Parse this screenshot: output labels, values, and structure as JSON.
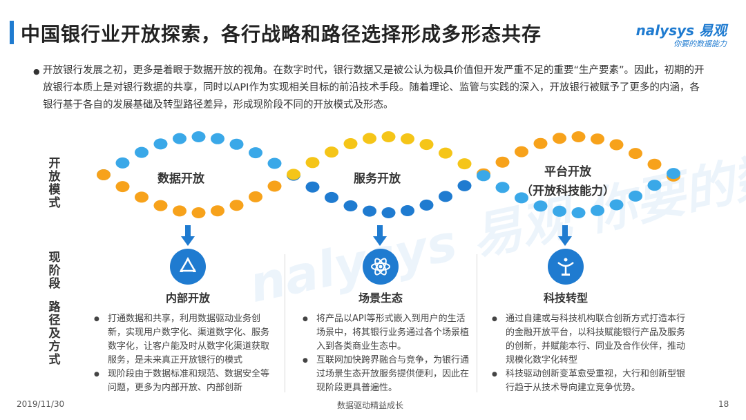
{
  "header": {
    "title": "中国银行业开放探索，各行战略和路径选择形成多形态共存",
    "logo_text": "nalysys 易观",
    "logo_tagline": "你要的数据能力"
  },
  "intro": "开放银行发展之初，更多是着眼于数据开放的视角。在数字时代，银行数据又是被公认为极具价值但开发严重不足的重要“生产要素”。因此，初期的开放银行本质上是对银行数据的共享，同时以API作为实现相关目标的前沿技术手段。随着理论、监管与实践的深入，开放银行被赋予了更多的内涵，各银行基于各自的发展基础及转型路径差异，形成现阶段不同的开放模式及形态。",
  "row_labels": {
    "mode": "开放模式",
    "stage": "现阶段",
    "path": "路径及方式"
  },
  "modes": [
    "数据开放",
    "服务开放",
    "平台开放",
    "（开放科技能力）"
  ],
  "watermark": "nalysys 易观 你要的数据能力",
  "columns": [
    {
      "icon": "recycle-icon",
      "title": "内部开放",
      "bullets": [
        "打通数据和共享，利用数据驱动业务创新，实现用户数字化、渠道数字化、服务数字化，让客户能及时从数字化渠道获取服务，是未来真正开放银行的模式",
        "现阶段由于数据标准和规范、数据安全等问题，更多为内部开放、内部创新"
      ]
    },
    {
      "icon": "atom-icon",
      "title": "场景生态",
      "bullets": [
        "将产品以API等形式嵌入到用户的生活场景中，将其银行业务通过各个场景植入到各类商业生态中。",
        "互联网加快跨界融合与竞争，为银行通过场景生态开放服务提供便利，因此在现阶段更具普遍性。"
      ]
    },
    {
      "icon": "satellite-icon",
      "title": "科技转型",
      "bullets": [
        "通过自建或与科技机构联合创新方式打造本行的金融开放平台，以科技赋能银行产品及服务的创新，并赋能本行、同业及合作伙伴，推动规模化数字化转型",
        "科技驱动创新变革愈受重视，大行和创新型银行趋于从技术导向建立竞争优势。"
      ]
    }
  ],
  "footer": {
    "date": "2019/11/30",
    "center": "数据驱动精益成长",
    "page": "18"
  },
  "colors": {
    "blue": "#1f7bd0",
    "light_blue": "#3aa8e8",
    "orange": "#f7a21b",
    "yellow": "#f5c518"
  }
}
